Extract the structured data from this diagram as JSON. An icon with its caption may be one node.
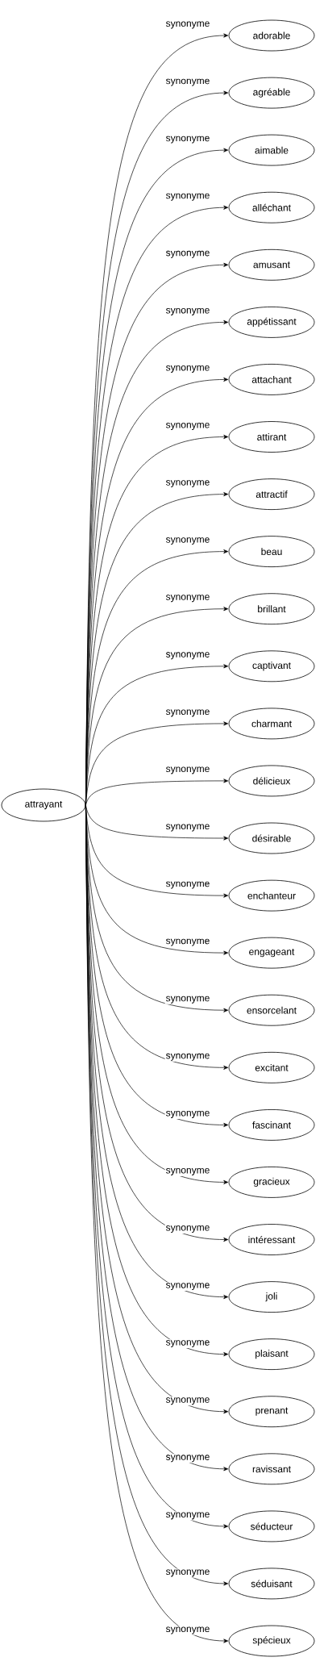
{
  "diagram": {
    "nodes": [
      {
        "text": [
          "attrayant"
        ]
      },
      {
        "text": [
          "adorable"
        ]
      },
      {
        "text": [
          "agréable"
        ]
      },
      {
        "text": [
          "aimable"
        ]
      },
      {
        "text": [
          "alléchant"
        ]
      },
      {
        "text": [
          "amusant"
        ]
      },
      {
        "text": [
          "appétissant"
        ]
      },
      {
        "text": [
          "attachant"
        ]
      },
      {
        "text": [
          "attirant"
        ]
      },
      {
        "text": [
          "attractif"
        ]
      },
      {
        "text": [
          "beau"
        ]
      },
      {
        "text": [
          "brillant"
        ]
      },
      {
        "text": [
          "captivant"
        ]
      },
      {
        "text": [
          "charmant"
        ]
      },
      {
        "text": [
          "délicieux"
        ]
      },
      {
        "text": [
          "désirable"
        ]
      },
      {
        "text": [
          "enchanteur"
        ]
      },
      {
        "text": [
          "engageant"
        ]
      },
      {
        "text": [
          "ensorcelant"
        ]
      },
      {
        "text": [
          "excitant"
        ]
      },
      {
        "text": [
          "fascinant"
        ]
      },
      {
        "text": [
          "gracieux"
        ]
      },
      {
        "text": [
          "intéressant"
        ]
      },
      {
        "text": [
          "joli"
        ]
      },
      {
        "text": [
          "plaisant"
        ]
      },
      {
        "text": [
          "prenant"
        ]
      },
      {
        "text": [
          "ravissant"
        ]
      },
      {
        "text": [
          "séducteur"
        ]
      },
      {
        "text": [
          "séduisant"
        ]
      },
      {
        "text": [
          "spécieux"
        ]
      }
    ],
    "edges": [
      {
        "from": 0,
        "to": 1,
        "label": "synonyme",
        "arrow": "to"
      },
      {
        "from": 0,
        "to": 2,
        "label": "synonyme",
        "arrow": "to"
      },
      {
        "from": 0,
        "to": 3,
        "label": "synonyme",
        "arrow": "to"
      },
      {
        "from": 0,
        "to": 4,
        "label": "synonyme",
        "arrow": "to"
      },
      {
        "from": 0,
        "to": 5,
        "label": "synonyme",
        "arrow": "to"
      },
      {
        "from": 0,
        "to": 6,
        "label": "synonyme",
        "arrow": "to"
      },
      {
        "from": 0,
        "to": 7,
        "label": "synonyme",
        "arrow": "to"
      },
      {
        "from": 0,
        "to": 8,
        "label": "synonyme",
        "arrow": "to"
      },
      {
        "from": 0,
        "to": 9,
        "label": "synonyme",
        "arrow": "to"
      },
      {
        "from": 0,
        "to": 10,
        "label": "synonyme",
        "arrow": "to"
      },
      {
        "from": 0,
        "to": 11,
        "label": "synonyme",
        "arrow": "to"
      },
      {
        "from": 0,
        "to": 12,
        "label": "synonyme",
        "arrow": "to"
      },
      {
        "from": 0,
        "to": 13,
        "label": "synonyme",
        "arrow": "to"
      },
      {
        "from": 0,
        "to": 14,
        "label": "synonyme",
        "arrow": "to"
      },
      {
        "from": 0,
        "to": 15,
        "label": "synonyme",
        "arrow": "to"
      },
      {
        "from": 0,
        "to": 16,
        "label": "synonyme",
        "arrow": "to"
      },
      {
        "from": 0,
        "to": 17,
        "label": "synonyme",
        "arrow": "to"
      },
      {
        "from": 0,
        "to": 18,
        "label": "synonyme",
        "arrow": "to"
      },
      {
        "from": 0,
        "to": 19,
        "label": "synonyme",
        "arrow": "to"
      },
      {
        "from": 0,
        "to": 20,
        "label": "synonyme",
        "arrow": "to"
      },
      {
        "from": 0,
        "to": 21,
        "label": "synonyme",
        "arrow": "to"
      },
      {
        "from": 0,
        "to": 22,
        "label": "synonyme",
        "arrow": "to"
      },
      {
        "from": 0,
        "to": 23,
        "label": "synonyme",
        "arrow": "to"
      },
      {
        "from": 0,
        "to": 24,
        "label": "synonyme",
        "arrow": "to"
      },
      {
        "from": 0,
        "to": 25,
        "label": "synonyme",
        "arrow": "to"
      },
      {
        "from": 0,
        "to": 26,
        "label": "synonyme",
        "arrow": "to"
      },
      {
        "from": 0,
        "to": 27,
        "label": "synonyme",
        "arrow": "to"
      },
      {
        "from": 0,
        "to": 28,
        "label": "synonyme",
        "arrow": "to"
      },
      {
        "from": 0,
        "to": 29,
        "label": "synonyme",
        "arrow": "to"
      }
    ]
  }
}
